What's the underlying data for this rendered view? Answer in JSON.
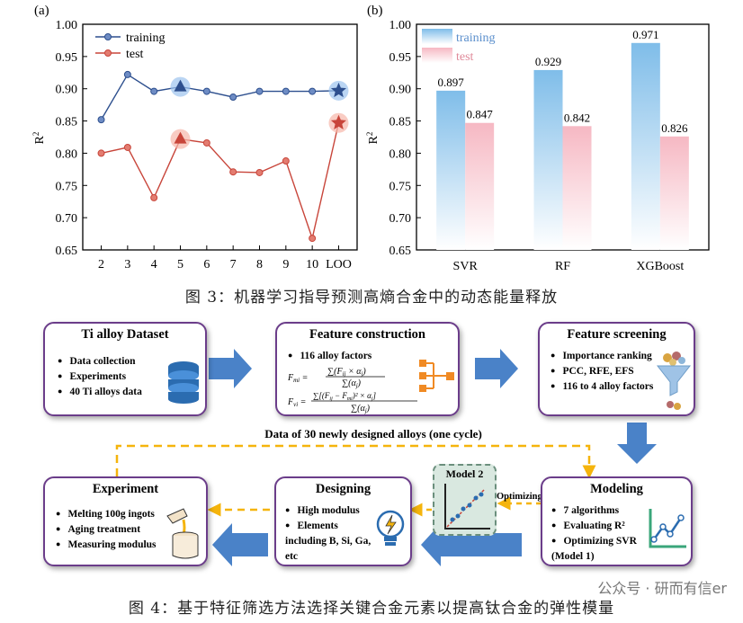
{
  "chart_data": [
    {
      "panel": "(a)",
      "type": "line",
      "categories": [
        "2",
        "3",
        "4",
        "5",
        "6",
        "7",
        "8",
        "9",
        "10",
        "LOO"
      ],
      "ylabel": "R²",
      "ylim": [
        0.65,
        1.0
      ],
      "yticks": [
        "0.65",
        "0.70",
        "0.75",
        "0.80",
        "0.85",
        "0.90",
        "0.95",
        "1.00"
      ],
      "legend_position": "top-left",
      "series": [
        {
          "name": "training",
          "color": "#2d4f8e",
          "values": [
            0.852,
            0.922,
            0.896,
            0.903,
            0.896,
            0.887,
            0.896,
            0.896,
            0.896,
            0.897
          ],
          "highlight": [
            3,
            9
          ]
        },
        {
          "name": "test",
          "color": "#c8453a",
          "values": [
            0.8,
            0.809,
            0.731,
            0.822,
            0.816,
            0.771,
            0.77,
            0.788,
            0.668,
            0.847
          ],
          "highlight": [
            3,
            9
          ]
        }
      ]
    },
    {
      "panel": "(b)",
      "type": "bar",
      "categories": [
        "SVR",
        "RF",
        "XGBoost"
      ],
      "ylabel": "R²",
      "ylim": [
        0.65,
        1.0
      ],
      "yticks": [
        "0.65",
        "0.70",
        "0.75",
        "0.80",
        "0.85",
        "0.90",
        "0.95",
        "1.00"
      ],
      "legend_position": "top-left",
      "series": [
        {
          "name": "training",
          "color": "#7fbde9",
          "values": [
            0.897,
            0.929,
            0.971
          ],
          "labels": [
            "0.897",
            "0.929",
            "0.971"
          ]
        },
        {
          "name": "test",
          "color": "#f6b8c3",
          "values": [
            0.847,
            0.842,
            0.826
          ],
          "labels": [
            "0.847",
            "0.842",
            "0.826"
          ]
        }
      ]
    }
  ],
  "captions": {
    "fig3": "图 3：机器学习指导预测高熵合金中的动态能量释放",
    "fig4": "图 4：基于特征筛选方法选择关键合金元素以提高钛合金的弹性模量"
  },
  "diagram": {
    "dataset": {
      "title": "Ti alloy Dataset",
      "items": [
        "Data collection",
        "Experiments",
        "40 Ti alloys data"
      ]
    },
    "construction": {
      "title": "Feature construction",
      "item": "116 alloy factors",
      "fmi": "F_mi = Σ(F_ij × α_j) / Σ(α_j)",
      "fvi": "F_vi = Σ[(F_ij − F_mi)² × α_j] / Σ(α_j)"
    },
    "screening": {
      "title": "Feature screening",
      "items": [
        "Importance ranking",
        "PCC, RFE, EFS",
        "116 to 4 alloy factors"
      ]
    },
    "loop_label": "Data of 30 newly designed alloys (one cycle)",
    "experiment": {
      "title": "Experiment",
      "items": [
        "Melting 100g ingots",
        "Aging treatment",
        "Measuring modulus"
      ]
    },
    "designing": {
      "title": "Designing",
      "items": [
        "High modulus",
        "Elements including B, Si, Ga, etc"
      ]
    },
    "model2": "Model 2",
    "optimizing": "Optimizing",
    "modeling": {
      "title": "Modeling",
      "items": [
        "7 algorithms",
        "Evaluating R²",
        "Optimizing SVR (Model 1)"
      ]
    }
  },
  "watermark": "公众号 · 研而有信er"
}
